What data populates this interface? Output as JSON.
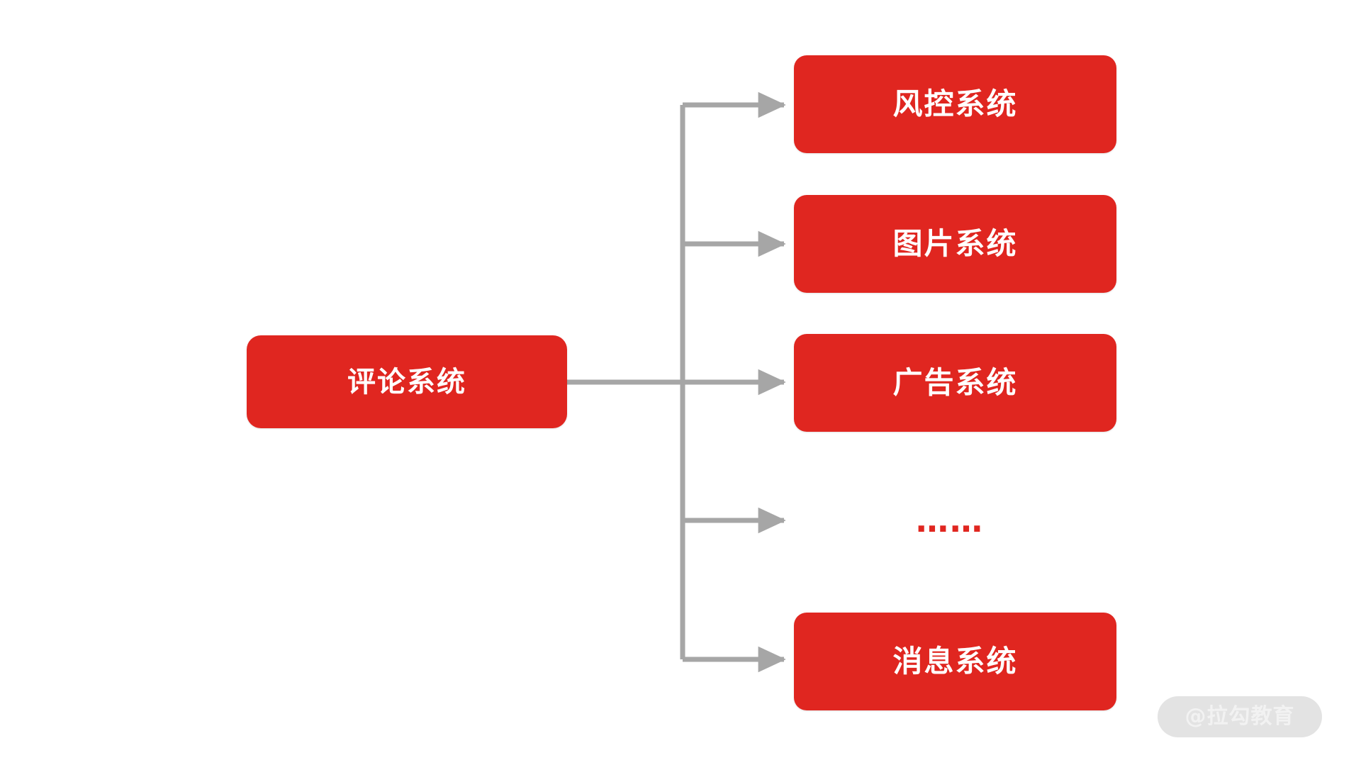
{
  "diagram": {
    "type": "flow-tree",
    "orientation": "left-to-right",
    "background_color": "#FFFFFF",
    "node_fill_color": "#E02620",
    "node_text_color": "#FFFFFF",
    "connector_color": "#A6A6A6",
    "root": {
      "label": "评论系统"
    },
    "children": [
      {
        "label": "风控系统",
        "kind": "box"
      },
      {
        "label": "图片系统",
        "kind": "box"
      },
      {
        "label": "广告系统",
        "kind": "box"
      },
      {
        "label": "……",
        "kind": "ellipsis"
      },
      {
        "label": "消息系统",
        "kind": "box"
      }
    ]
  },
  "watermark": {
    "text": "@拉勾教育"
  }
}
